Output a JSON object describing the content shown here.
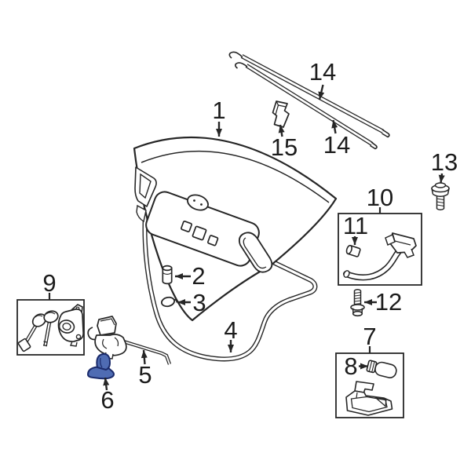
{
  "callouts": {
    "c1": "1",
    "c2": "2",
    "c3": "3",
    "c4": "4",
    "c5": "5",
    "c6": "6",
    "c7": "7",
    "c8": "8",
    "c9": "9",
    "c10": "10",
    "c11": "11",
    "c12": "12",
    "c13": "13",
    "c14_top": "14",
    "c14_bottom": "14",
    "c15": "15"
  },
  "colors": {
    "background": "#ffffff",
    "line": "#262626",
    "highlight_fill": "#4f6cb3",
    "highlight_stroke": "#1b2b6b"
  }
}
